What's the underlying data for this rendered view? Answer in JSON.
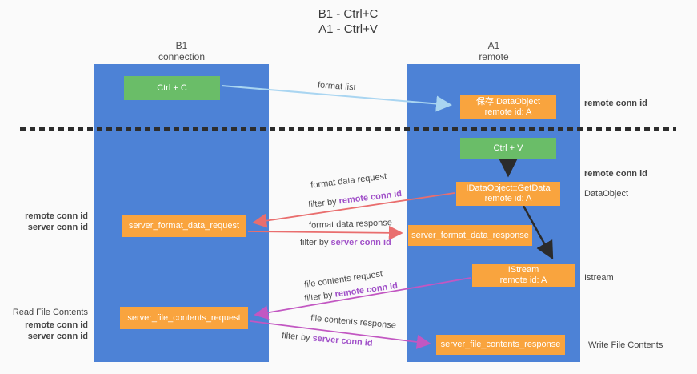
{
  "title": {
    "line1": "B1 - Ctrl+C",
    "line2": "A1 - Ctrl+V"
  },
  "lifelines": {
    "b1": {
      "name": "B1",
      "role": "connection"
    },
    "a1": {
      "name": "A1",
      "role": "remote"
    }
  },
  "nodes": {
    "ctrl_c": {
      "label": "Ctrl + C"
    },
    "save_dataobject": {
      "line1": "保存IDataObject",
      "line2": "remote id: A"
    },
    "ctrl_v": {
      "label": "Ctrl + V"
    },
    "getdata": {
      "line1": "IDataObject::GetData",
      "line2": "remote id: A"
    },
    "server_format_data_request": {
      "label": "server_format_data_request"
    },
    "server_format_data_response": {
      "label": "server_format_data_response"
    },
    "istream": {
      "line1": "IStream",
      "line2": "remote id: A"
    },
    "server_file_contents_request": {
      "label": "server_file_contents_request"
    },
    "server_file_contents_response": {
      "label": "server_file_contents_response"
    }
  },
  "edge_labels": {
    "format_list": "format list",
    "format_data_request": "format data request",
    "format_data_response": "format data response",
    "file_contents_request": "file contents request",
    "file_contents_response": "file contents response",
    "filter_by": "filter by",
    "remote_conn_id": "remote conn id",
    "server_conn_id": "server conn id"
  },
  "annotations": {
    "right": {
      "remote_conn_id_top": "remote conn id",
      "remote_conn_id_mid": "remote conn id",
      "dataobject": "DataObject",
      "istream": "Istream",
      "write_file_contents": "Write File Contents"
    },
    "left": {
      "remote_conn_id_top": "remote conn id",
      "server_conn_id_top": "server conn id",
      "read_file_contents": "Read File Contents",
      "remote_conn_id_bottom": "remote conn id",
      "server_conn_id_bottom": "server conn id"
    }
  },
  "colors": {
    "lifeline_blue": "#4d82d6",
    "action_green": "#6abd68",
    "message_orange": "#f9a43e",
    "arrow_light_blue": "#a9d5f1",
    "arrow_red": "#e96e6e",
    "arrow_magenta": "#c257c2",
    "arrow_black": "#2b2b2b",
    "conn_id_purple": "#a050c8",
    "conn_id_green": "#5cb85c"
  }
}
